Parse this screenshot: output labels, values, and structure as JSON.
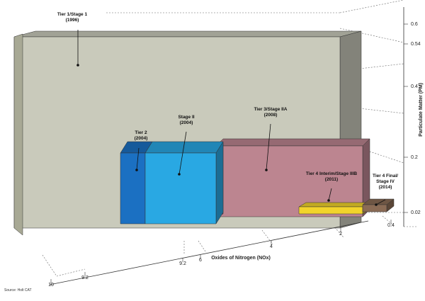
{
  "source_note": "Source: Holt CAT",
  "chart_data": {
    "type": "bar",
    "xlabel": "Oxides of Nitrogen (NOx)",
    "ylabel": "Particulate Matter (PM)",
    "x_ticks": [
      "10",
      "9.2",
      "9.2",
      "6",
      "4",
      "2",
      "0.4"
    ],
    "y_ticks": [
      "0.6",
      "0.54",
      "0.4",
      "0.2",
      "0.02"
    ],
    "series": [
      {
        "name": "Tier 1/Stage 1",
        "year": "(1996)",
        "nox": 9.2,
        "pm": 0.54,
        "color": "#c9cabb"
      },
      {
        "name": "Tier 2",
        "year": "(2004)",
        "nox": 6.0,
        "pm": 0.2,
        "color": "#1b70c2"
      },
      {
        "name": "Stage II",
        "year": "(2004)",
        "nox": 6.0,
        "pm": 0.2,
        "color": "#29a8e3"
      },
      {
        "name": "Tier 3/Stage IIA",
        "year": "(2008)",
        "nox": 4.0,
        "pm": 0.2,
        "color": "#bc8590"
      },
      {
        "name": "Tier 4 Interim/Stage IIIB",
        "year": "(2011)",
        "nox": 2.0,
        "pm": 0.02,
        "color": "#f2d42b"
      },
      {
        "name": "Tier 4 Final/ Stage IV",
        "year": "(2014)",
        "nox": 0.4,
        "pm": 0.02,
        "color": "#8a6b55"
      }
    ]
  }
}
